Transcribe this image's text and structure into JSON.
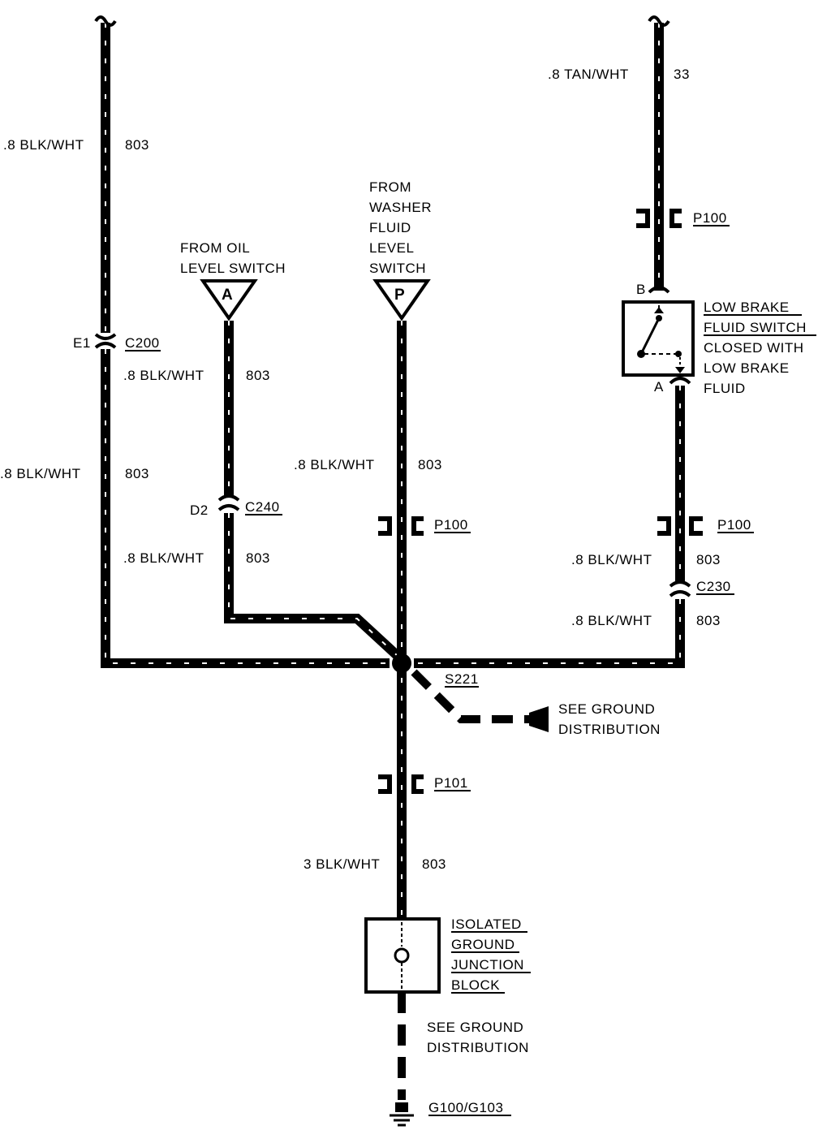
{
  "wires": {
    "left_upper": {
      "gauge_color": ".8 BLK/WHT",
      "circuit": "803"
    },
    "left_lower": {
      "gauge_color": ".8 BLK/WHT",
      "circuit": "803"
    },
    "oil_upper": {
      "gauge_color": ".8 BLK/WHT",
      "circuit": "803"
    },
    "oil_lower": {
      "gauge_color": ".8 BLK/WHT",
      "circuit": "803"
    },
    "washer": {
      "gauge_color": ".8 BLK/WHT",
      "circuit": "803"
    },
    "brake_top": {
      "gauge_color": ".8 TAN/WHT",
      "circuit": "33"
    },
    "brake_upper": {
      "gauge_color": ".8 BLK/WHT",
      "circuit": "803"
    },
    "brake_lower": {
      "gauge_color": ".8 BLK/WHT",
      "circuit": "803"
    },
    "main_down": {
      "gauge_color": "3 BLK/WHT",
      "circuit": "803"
    }
  },
  "connectors": {
    "c200": {
      "pin": "E1",
      "name": "C200"
    },
    "c240": {
      "pin": "D2",
      "name": "C240"
    },
    "c230": {
      "name": "C230"
    },
    "p100_washer": {
      "name": "P100"
    },
    "p100_brake_top": {
      "name": "P100"
    },
    "p100_brake_lower": {
      "name": "P100"
    },
    "p101": {
      "name": "P101"
    }
  },
  "splice": {
    "name": "S221"
  },
  "oil_source": {
    "letter": "A",
    "lines": [
      "FROM OIL",
      "LEVEL SWITCH"
    ]
  },
  "washer_source": {
    "letter": "P",
    "lines": [
      "FROM",
      "WASHER",
      "FLUID",
      "LEVEL",
      "SWITCH"
    ]
  },
  "brake_switch": {
    "pin_top": "B",
    "pin_bottom": "A",
    "lines": [
      "LOW BRAKE",
      "FLUID SWITCH",
      "CLOSED WITH",
      "LOW BRAKE",
      "FLUID"
    ],
    "underlined_count": 2
  },
  "ground_ref_splice": {
    "lines": [
      "SEE GROUND",
      "DISTRIBUTION"
    ]
  },
  "junction_block": {
    "lines": [
      "ISOLATED",
      "GROUND",
      "JUNCTION",
      "BLOCK"
    ]
  },
  "ground_ref_bottom": {
    "lines": [
      "SEE GROUND",
      "DISTRIBUTION"
    ]
  },
  "ground": {
    "name": "G100/G103"
  }
}
